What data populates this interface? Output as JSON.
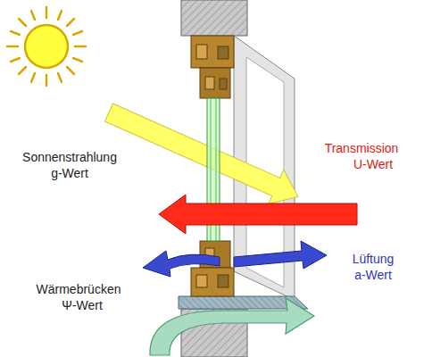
{
  "diagram": {
    "labels": [
      "Sonnenstrahlung",
      "g-Wert",
      "Transmission",
      "U-Wert",
      "Lüftung",
      "a-Wert",
      "Wärmebrücken",
      "Ψ-Wert"
    ]
  }
}
